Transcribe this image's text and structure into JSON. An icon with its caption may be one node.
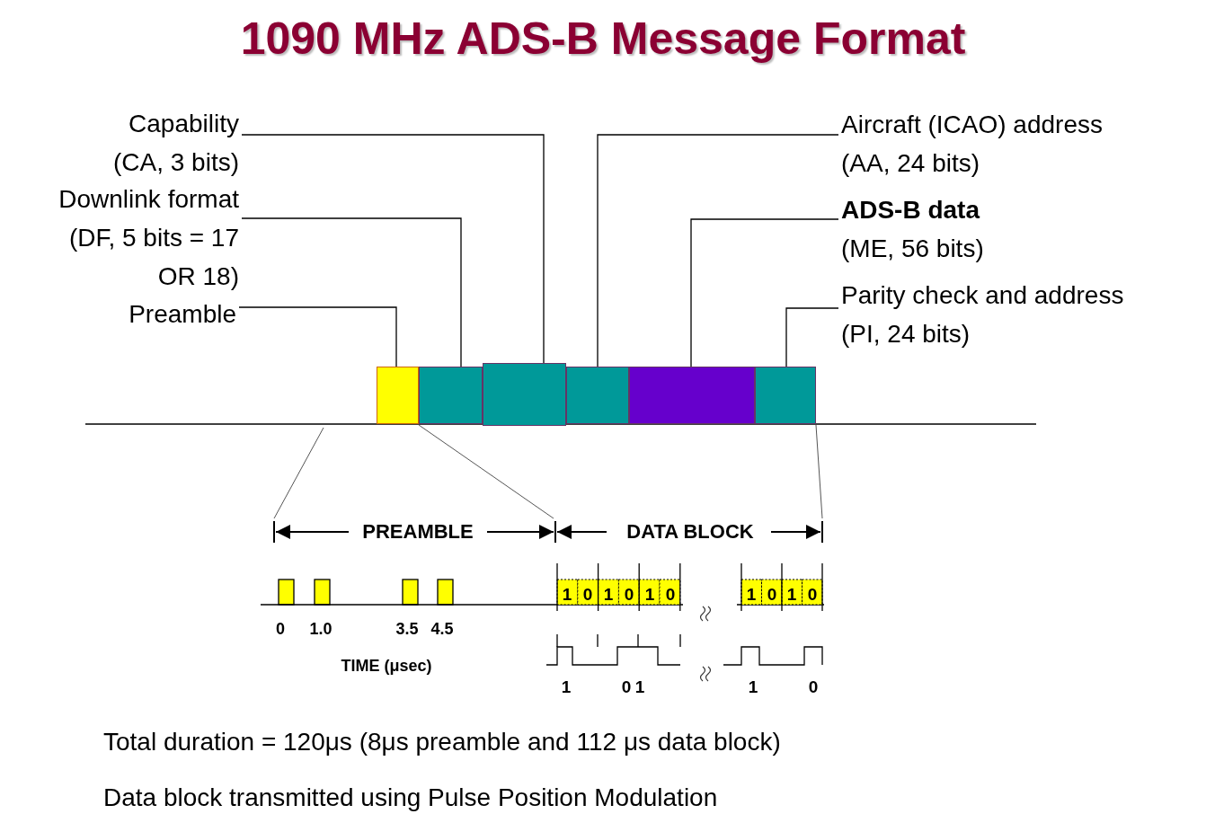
{
  "diagram": {
    "title": "1090 MHz ADS-B Message Format",
    "nodes": [
      {
        "text": [
          "Capability",
          "(CA, 3 bits)"
        ]
      },
      {
        "text": [
          "Downlink format",
          "(DF, 5 bits = 17 OR 18)"
        ]
      },
      {
        "text": [
          "Preamble"
        ]
      },
      {
        "text": [
          "Aircraft (ICAO) address",
          "(AA, 24 bits)"
        ]
      },
      {
        "text": [
          "ADS-B data",
          "(ME, 56 bits)"
        ]
      },
      {
        "text": [
          "Parity check and address",
          "(PI, 24 bits)"
        ]
      },
      {
        "text": [],
        "shape": "box"
      },
      {
        "text": [],
        "shape": "box"
      },
      {
        "text": [],
        "shape": "box"
      },
      {
        "text": [],
        "shape": "box"
      },
      {
        "text": [],
        "shape": "box"
      },
      {
        "text": [],
        "shape": "box"
      }
    ],
    "edges": [
      {
        "from": 0,
        "to": 8,
        "arrow": "none"
      },
      {
        "from": 1,
        "to": 7,
        "arrow": "none"
      },
      {
        "from": 2,
        "to": 6,
        "arrow": "none"
      },
      {
        "from": 3,
        "to": 9,
        "arrow": "none"
      },
      {
        "from": 4,
        "to": 10,
        "arrow": "none"
      },
      {
        "from": 5,
        "to": 11,
        "arrow": "none"
      }
    ],
    "labels": [
      "PREAMBLE",
      "DATA BLOCK",
      "1",
      "0",
      "1",
      "0",
      "1",
      "0",
      "1",
      "0",
      "1",
      "0",
      "0",
      "1.0",
      "3.5",
      "4.5",
      "TIME (μsec)",
      "1",
      "0",
      "1",
      "1",
      "0",
      "Total duration = 120μs (8μs preamble and 112 μs data block)",
      "Data block transmitted using Pulse Position Modulation"
    ]
  }
}
